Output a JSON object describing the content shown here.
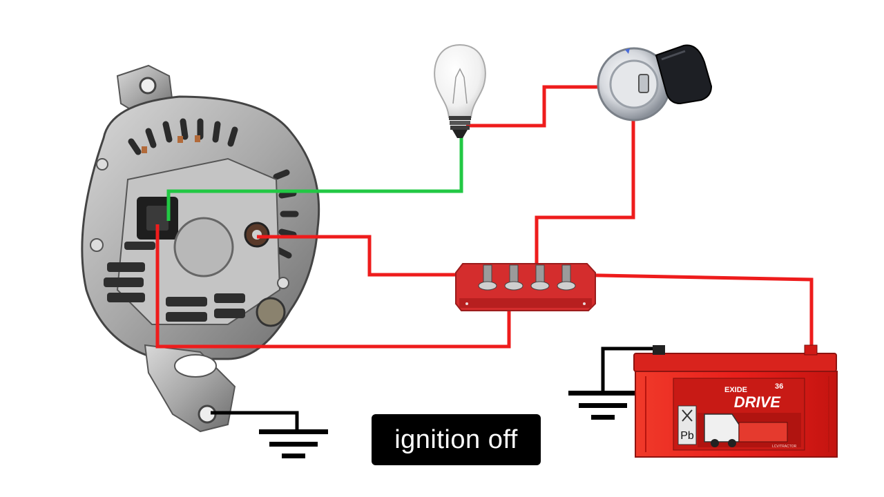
{
  "status_label": "ignition off",
  "battery": {
    "brand": "EXIDE",
    "model": "DRIVE",
    "badge": "36",
    "symbol": "Pb",
    "footer": "LCV/TRACTOR"
  },
  "colors": {
    "positive_wire": "#ee1c1c",
    "indicator_wire": "#22c844",
    "ground_wire": "#000000",
    "battery_body": "#e8201c",
    "bus_bar": "#d42d2d",
    "alternator_body": "#a9a9a9"
  },
  "components": [
    "alternator",
    "indicator-lamp",
    "ignition-switch",
    "terminal-bus-bar",
    "battery",
    "ground-symbol"
  ]
}
